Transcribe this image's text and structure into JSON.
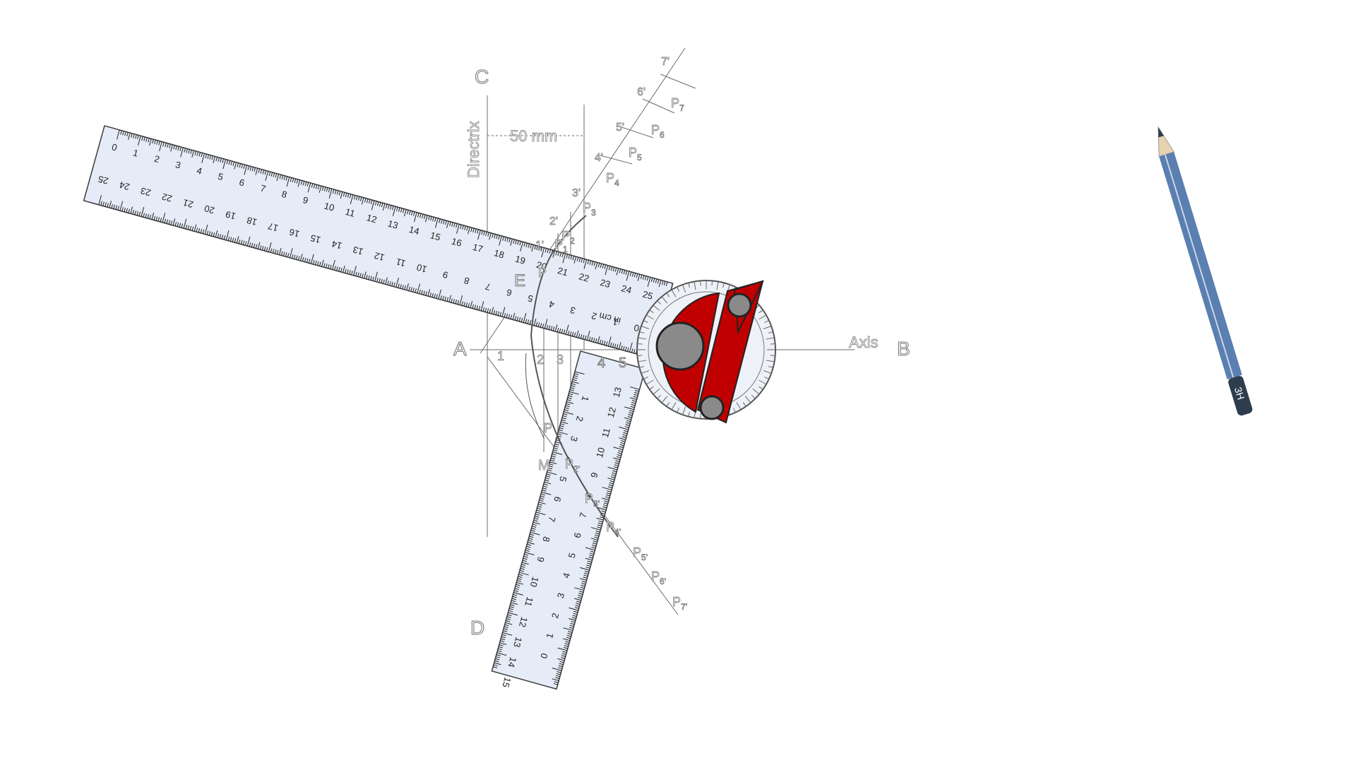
{
  "labels": {
    "C": "C",
    "D": "D",
    "A": "A",
    "B": "B",
    "E": "E",
    "directrix": "Directrix",
    "axis": "Axis",
    "dimension": "50 mm",
    "P": "P",
    "P1": "P",
    "P2": "P",
    "P3": "P",
    "P4": "P",
    "P5": "P",
    "P6": "P",
    "P7": "P",
    "P2b": "P",
    "P3b": "P",
    "P4b": "P",
    "P5b": "P",
    "P6b": "P",
    "P7b": "P",
    "sub1": "1",
    "sub2": "2",
    "sub3": "3",
    "sub4": "4",
    "sub5": "5",
    "sub6": "6",
    "sub7": "7",
    "sub2b": "2'",
    "sub3b": "3'",
    "sub4b": "4'",
    "sub5b": "5'",
    "sub6b": "6'",
    "sub7b": "7'",
    "d1": "1'",
    "d2": "2'",
    "d3": "3'",
    "d4": "4'",
    "d5": "5'",
    "d6": "6'",
    "d7": "7'",
    "a1": "1",
    "a2": "2",
    "a3": "3",
    "a4": "4",
    "a5": "5",
    "M": "M"
  },
  "ruler_long": {
    "unit_label": "in cm",
    "top_numbers": [
      "0",
      "1",
      "2",
      "3",
      "4",
      "5",
      "6",
      "7",
      "8",
      "9",
      "10",
      "11",
      "12",
      "13",
      "14",
      "15",
      "16",
      "17",
      "18",
      "19",
      "20",
      "21",
      "22",
      "23",
      "24",
      "25"
    ],
    "bottom_numbers": [
      "25",
      "24",
      "23",
      "22",
      "21",
      "20",
      "19",
      "18",
      "17",
      "16",
      "15",
      "14",
      "13",
      "12",
      "11",
      "10",
      "9",
      "8",
      "7",
      "6",
      "5",
      "4",
      "3",
      "2",
      "1",
      "0"
    ]
  },
  "ruler_short": {
    "left_numbers": [
      "1",
      "2",
      "3",
      "4",
      "5",
      "6",
      "7",
      "8",
      "9",
      "10",
      "11",
      "12",
      "13",
      "14",
      "15"
    ],
    "right_numbers": [
      "13",
      "12",
      "11",
      "10",
      "9",
      "8",
      "7",
      "6",
      "5",
      "4",
      "3",
      "2",
      "1",
      "0"
    ]
  },
  "pencil": {
    "grade": "3H"
  },
  "colors": {
    "ruler_fill": "#e6ecf7",
    "protractor_red": "#c00000",
    "pencil_blue": "#5a7fb0",
    "pencil_tip": "#2e3d4d"
  }
}
